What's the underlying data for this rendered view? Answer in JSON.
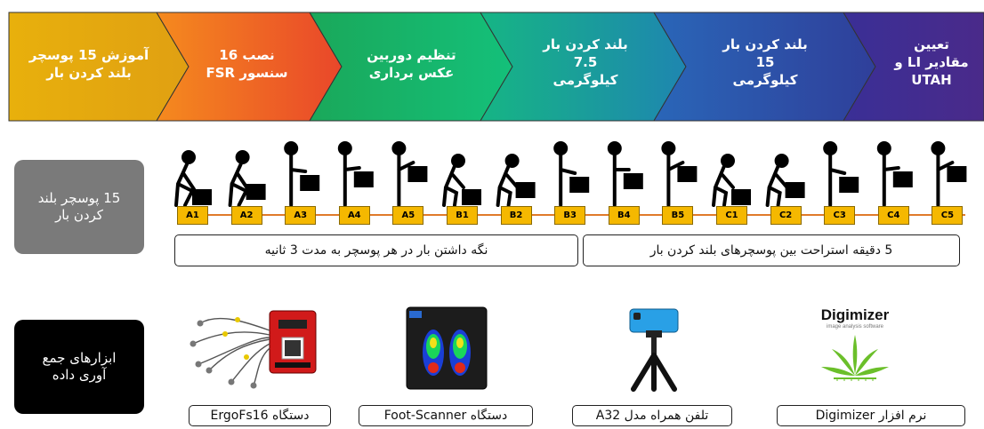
{
  "process": {
    "steps": [
      {
        "line1": "آموزش 15 پوسچر",
        "line2": "بلند کردن بار",
        "line3": "",
        "color": "#e5a910"
      },
      {
        "line1": "نصب 16",
        "line2": "سنسور FSR",
        "line3": "",
        "color": "#f1661f"
      },
      {
        "line1": "تنظیم دوربین",
        "line2": "عکس برداری",
        "line3": "",
        "color": "#14b86a"
      },
      {
        "line1": "بلند کردن بار",
        "line2": "7.5",
        "line3": "کیلوگرمی",
        "color": "#1c9e9c"
      },
      {
        "line1": "بلند کردن بار",
        "line2": "15",
        "line3": "کیلوگرمی",
        "color": "#2a56a8"
      },
      {
        "line1": "تعیین",
        "line2": "مقادیر LI و",
        "line3": "UTAH",
        "color": "#3a2a8c"
      }
    ]
  },
  "postures": {
    "box_label": "15 پوسچر بلند کردن بار",
    "tags": [
      "A1",
      "A2",
      "A3",
      "A4",
      "A5",
      "B1",
      "B2",
      "B3",
      "B4",
      "B5",
      "C1",
      "C2",
      "C3",
      "C4",
      "C5"
    ],
    "note_hold": "نگه داشتن بار در هر پوسچر به مدت 3 ثانیه",
    "note_rest": "5 دقیقه استراحت بین پوسچرهای بلند کردن بار"
  },
  "tools": {
    "box_label": "ابزارهای جمع آوری داده",
    "items": [
      {
        "label": "دستگاه ErgoFs16",
        "icon": "ergofs16-device-icon"
      },
      {
        "label": "دستگاه Foot-Scanner",
        "icon": "foot-scanner-icon"
      },
      {
        "label": "تلفن همراه مدل A32",
        "icon": "phone-tripod-icon"
      },
      {
        "label": "نرم افزار Digimizer",
        "icon": "digimizer-logo-icon"
      }
    ],
    "digimizer_logo_text": "Digimizer",
    "digimizer_logo_sub": "image analysis software"
  }
}
